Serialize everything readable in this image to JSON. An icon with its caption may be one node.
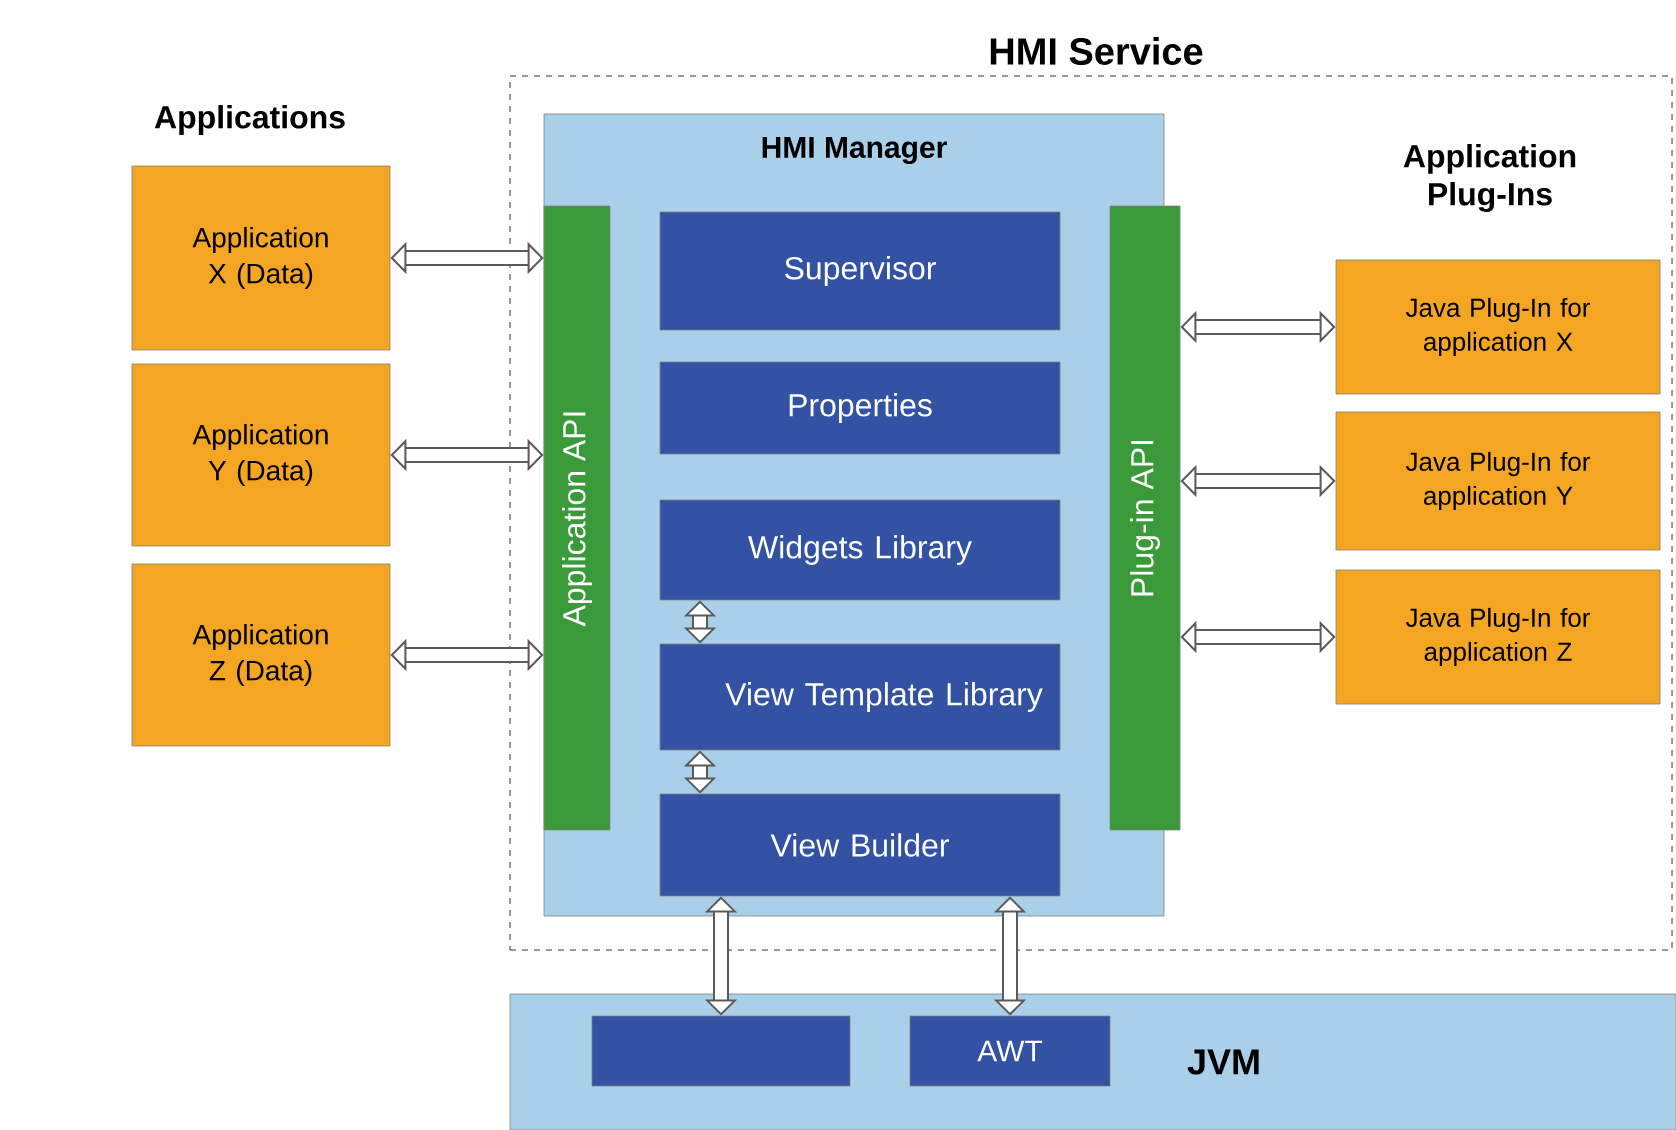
{
  "diagram": {
    "nodes": [
      {
        "text": [
          "HMI Service"
        ]
      },
      {
        "text": [
          "HMI Manager"
        ],
        "in": 0
      },
      {
        "text": [
          "Application API"
        ],
        "in": 1
      },
      {
        "text": [
          "Supervisor"
        ],
        "in": 1
      },
      {
        "text": [
          "Properties"
        ],
        "in": 1
      },
      {
        "text": [
          "Widgets Library"
        ],
        "in": 1
      },
      {
        "text": [
          "View Template Library"
        ],
        "in": 1
      },
      {
        "text": [
          "View Builder"
        ],
        "in": 1
      },
      {
        "text": [
          "Plug-in API"
        ],
        "in": 1
      },
      {
        "text": [
          "Application X (Data)"
        ]
      },
      {
        "text": [
          "Application Y (Data)"
        ]
      },
      {
        "text": [
          "Application Z (Data)"
        ]
      },
      {
        "text": [
          "Java Plug-In for application X"
        ],
        "in": 0
      },
      {
        "text": [
          "Java Plug-In for application Y"
        ],
        "in": 0
      },
      {
        "text": [
          "Java Plug-In for application Z"
        ],
        "in": 0
      },
      {
        "text": [
          "JVM"
        ]
      },
      {
        "text": [],
        "shape": "box",
        "in": 15
      },
      {
        "text": [
          "AWT"
        ],
        "in": 15
      }
    ],
    "edges": [
      {
        "from": 9,
        "to": 2,
        "arrow": "both"
      },
      {
        "from": 10,
        "to": 2,
        "arrow": "both"
      },
      {
        "from": 11,
        "to": 2,
        "arrow": "both"
      },
      {
        "from": 8,
        "to": 12,
        "arrow": "both"
      },
      {
        "from": 8,
        "to": 13,
        "arrow": "both"
      },
      {
        "from": 8,
        "to": 14,
        "arrow": "both"
      },
      {
        "from": 5,
        "to": 6,
        "arrow": "both"
      },
      {
        "from": 6,
        "to": 7,
        "arrow": "both"
      },
      {
        "from": 7,
        "to": 16,
        "arrow": "both"
      },
      {
        "from": 7,
        "to": 17,
        "arrow": "both"
      }
    ],
    "labels": [
      "Applications",
      "Application Plug-Ins"
    ]
  }
}
